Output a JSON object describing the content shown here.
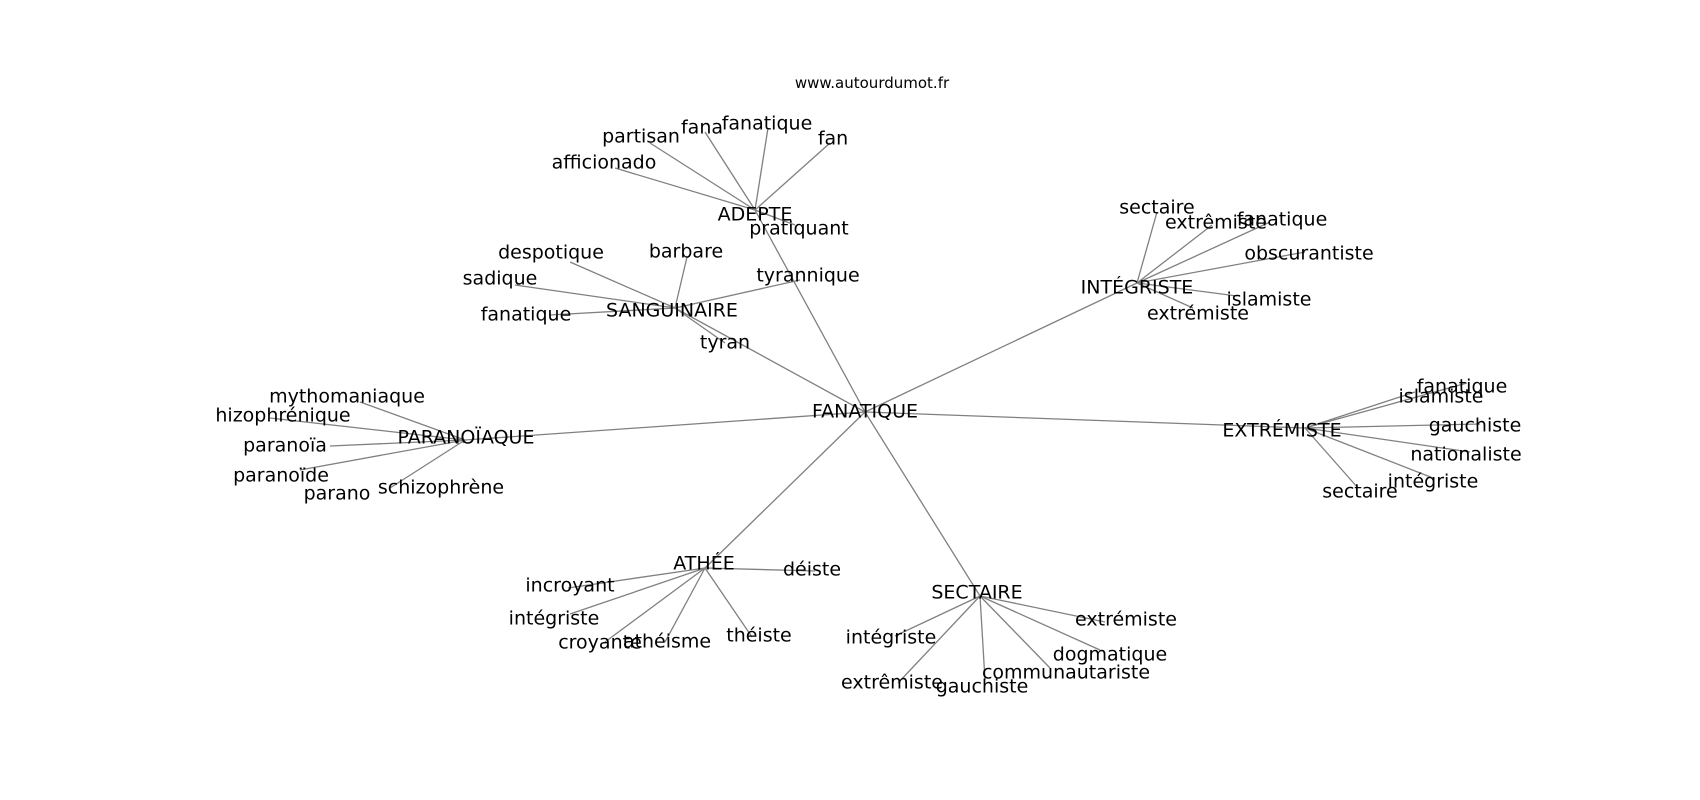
{
  "source": "www.autourdumot.fr",
  "colors": {
    "edge": "#808080",
    "text": "#000000",
    "background": "#ffffff"
  },
  "graph": {
    "center": "FANATIQUE",
    "clusters": [
      {
        "id": "adepte",
        "label": "ADEPTE",
        "leaves": [
          "afficionado",
          "partisan",
          "fana",
          "fanatique",
          "fan",
          "pratiquant"
        ]
      },
      {
        "id": "sanguinaire",
        "label": "SANGUINAIRE",
        "leaves": [
          "despotique",
          "barbare",
          "sadique",
          "fanatique",
          "tyrannique",
          "tyran"
        ]
      },
      {
        "id": "integriste",
        "label": "INTÉGRISTE",
        "leaves": [
          "sectaire",
          "extrêmiste",
          "fanatique",
          "obscurantiste",
          "islamiste",
          "extrémiste"
        ]
      },
      {
        "id": "paranoiaque",
        "label": "PARANOÏAQUE",
        "leaves": [
          "mythomaniaque",
          "hizophrénique",
          "paranoïa",
          "paranoïde",
          "parano",
          "schizophrène"
        ]
      },
      {
        "id": "extremiste",
        "label": "EXTRÉMISTE",
        "leaves": [
          "islamiste",
          "fanatique",
          "gauchiste",
          "nationaliste",
          "intégriste",
          "sectaire"
        ]
      },
      {
        "id": "athee",
        "label": "ATHÉE",
        "leaves": [
          "incroyant",
          "intégriste",
          "croyante",
          "athéisme",
          "théiste",
          "déiste"
        ]
      },
      {
        "id": "sectaire",
        "label": "SECTAIRE",
        "leaves": [
          "intégriste",
          "extrêmiste",
          "gauchiste",
          "communautariste",
          "dogmatique",
          "extrémiste"
        ]
      }
    ]
  }
}
